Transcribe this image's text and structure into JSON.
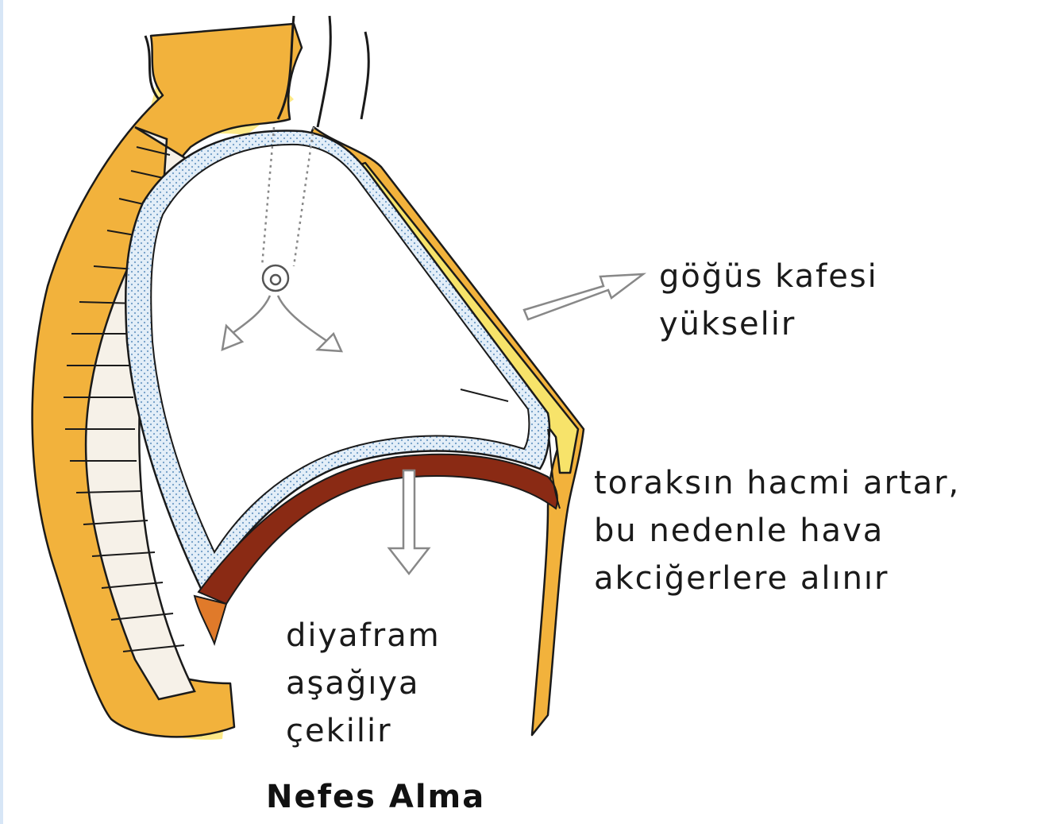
{
  "labels": {
    "rib_cage": [
      "göğüs kafesi",
      "yükselir"
    ],
    "thorax": [
      "toraksın hacmi artar,",
      "bu nedenle hava",
      "akciğerlere alınır"
    ],
    "diaphragm": [
      "diyafram",
      "aşağıya",
      "çekilir"
    ]
  },
  "caption": "Nefes Alma",
  "colors": {
    "body_outer": "#f2b23c",
    "body_halo": "#fde77a",
    "sternum": "#f7e36a",
    "diaphragm": "#8a2a14",
    "pleura_dots": "#cfe1f1",
    "outline": "#1a1a1a",
    "arrows": "#888888",
    "left_edge": "#d7e6f6"
  },
  "icons": [
    "trachea-branch-arrows",
    "upward-arrow",
    "downward-arrow"
  ]
}
